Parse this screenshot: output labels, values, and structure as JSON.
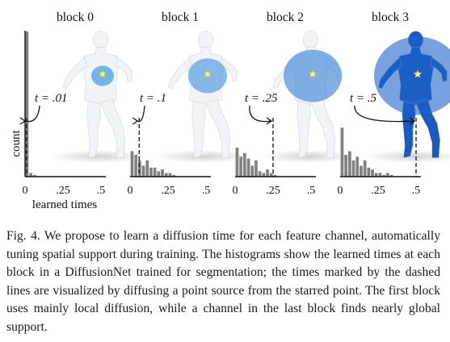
{
  "figure": {
    "y_axis_label": "count",
    "x_axis_label": "learned times",
    "star_color": "#fff27a",
    "shade_colors": [
      "#eef3f8",
      "#4a9fe0",
      "#1e62c8"
    ],
    "bar_color": "#808080",
    "axis_color": "#111111"
  },
  "chart_data": [
    {
      "type": "bar",
      "title": "block 0",
      "annotation": "t = .01",
      "marked_time": 0.01,
      "x_tick_labels": [
        "0",
        ".25",
        ".5"
      ],
      "xlim": [
        0,
        0.5
      ],
      "bin_width": 0.025,
      "bin_counts": [
        80,
        2,
        1,
        0,
        0,
        0,
        0,
        0,
        0,
        0,
        0,
        0,
        0,
        0,
        0,
        0,
        0,
        0,
        0,
        0
      ],
      "ylim": [
        0,
        80
      ],
      "global_support": 0.0
    },
    {
      "type": "bar",
      "title": "block 1",
      "annotation": "t = .1",
      "marked_time": 0.06,
      "x_tick_labels": [
        "0",
        ".25",
        ".5"
      ],
      "xlim": [
        0,
        0.5
      ],
      "bin_width": 0.025,
      "bin_counts": [
        14,
        12,
        9,
        6,
        9,
        5,
        5,
        3,
        4,
        2,
        2,
        1,
        0,
        0,
        0,
        0,
        0,
        0,
        0,
        0
      ],
      "ylim": [
        0,
        80
      ],
      "global_support": 0.25
    },
    {
      "type": "bar",
      "title": "block 2",
      "annotation": "t = .25",
      "marked_time": 0.25,
      "x_tick_labels": [
        "0",
        ".25",
        ".5"
      ],
      "xlim": [
        0,
        0.5
      ],
      "bin_width": 0.025,
      "bin_counts": [
        16,
        11,
        13,
        10,
        6,
        9,
        3,
        2,
        4,
        2,
        1,
        0,
        0,
        0,
        0,
        0,
        0,
        0,
        0,
        0
      ],
      "ylim": [
        0,
        80
      ],
      "global_support": 0.55
    },
    {
      "type": "bar",
      "title": "block 3",
      "annotation": "t = .5",
      "marked_time": 0.5,
      "x_tick_labels": [
        "0",
        ".25",
        ".5"
      ],
      "xlim": [
        0,
        0.5
      ],
      "bin_width": 0.025,
      "bin_counts": [
        27,
        12,
        14,
        9,
        11,
        6,
        9,
        5,
        4,
        2,
        2,
        1,
        2,
        1,
        0,
        0,
        0,
        0,
        0,
        0
      ],
      "ylim": [
        0,
        80
      ],
      "global_support": 1.0
    }
  ],
  "caption": {
    "text": "Fig. 4.  We propose to learn a diffusion time for each feature channel, automatically tuning spatial support during training. The histograms show the learned times at each block in a DiffusionNet trained for segmentation; the times marked by the dashed lines are visualized by diffusing a point source from the starred point. The first block uses mainly local diffusion, while a channel in the last block finds nearly global support."
  }
}
